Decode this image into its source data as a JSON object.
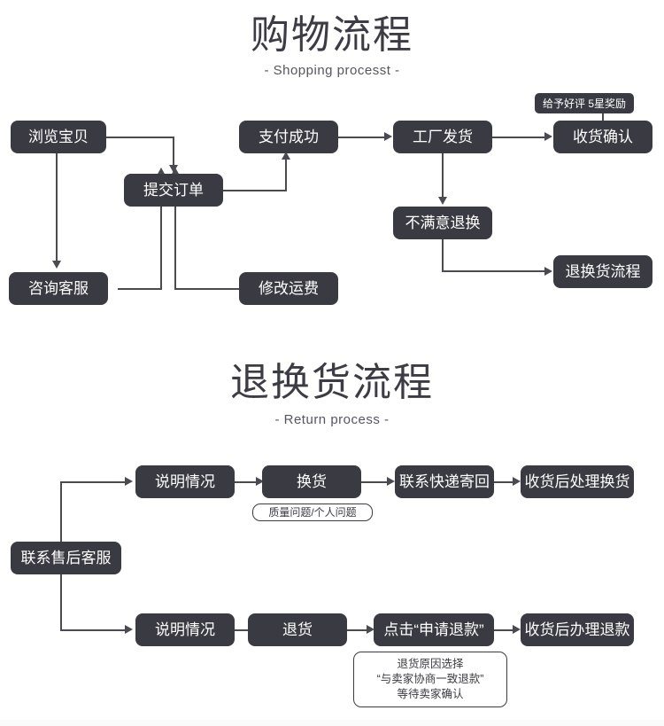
{
  "page": {
    "background": "#ffffff",
    "node_color": "#3a3b42",
    "line_color": "#4a4b52",
    "text_color": "#ffffff"
  },
  "sections": [
    {
      "title": "购物流程",
      "subtitle": "- Shopping processt -"
    },
    {
      "title": "退换货流程",
      "subtitle": "- Return process -"
    }
  ],
  "shopping_flow": {
    "nodes": {
      "browse": "浏览宝贝",
      "submit_order": "提交订单",
      "pay_success": "支付成功",
      "factory_ship": "工厂发货",
      "confirm_receipt": "收货确认",
      "consult_service": "咨询客服",
      "modify_shipping": "修改运费",
      "unsatisfied_return": "不满意退换",
      "return_process": "退换货流程",
      "review_reward": "给予好评 5星奖励"
    }
  },
  "return_flow": {
    "nodes": {
      "contact_aftersale": "联系售后客服",
      "explain_exchange": "说明情况",
      "exchange": "换货",
      "contact_courier": "联系快递寄回",
      "process_exchange": "收货后处理换货",
      "explain_refund": "说明情况",
      "return_goods": "退货",
      "click_refund": "点击“申请退款”",
      "process_refund": "收货后办理退款"
    },
    "notes": {
      "quality_or_personal": "质量问题/个人问题",
      "refund_reason_line1": "退货原因选择",
      "refund_reason_line2": "“与卖家协商一致退款”",
      "refund_reason_line3": "等待卖家确认"
    }
  }
}
